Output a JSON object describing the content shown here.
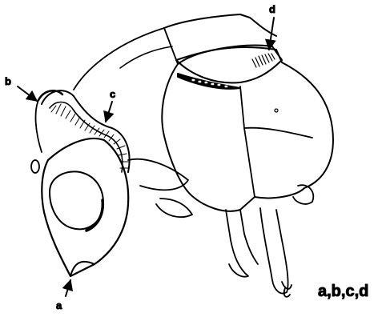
{
  "figure": {
    "callouts": {
      "a": "a",
      "b": "b",
      "c": "c",
      "d": "d"
    },
    "caption": "a,b,c,d",
    "ink_color": "#000000",
    "background_color": "#ffffff"
  }
}
